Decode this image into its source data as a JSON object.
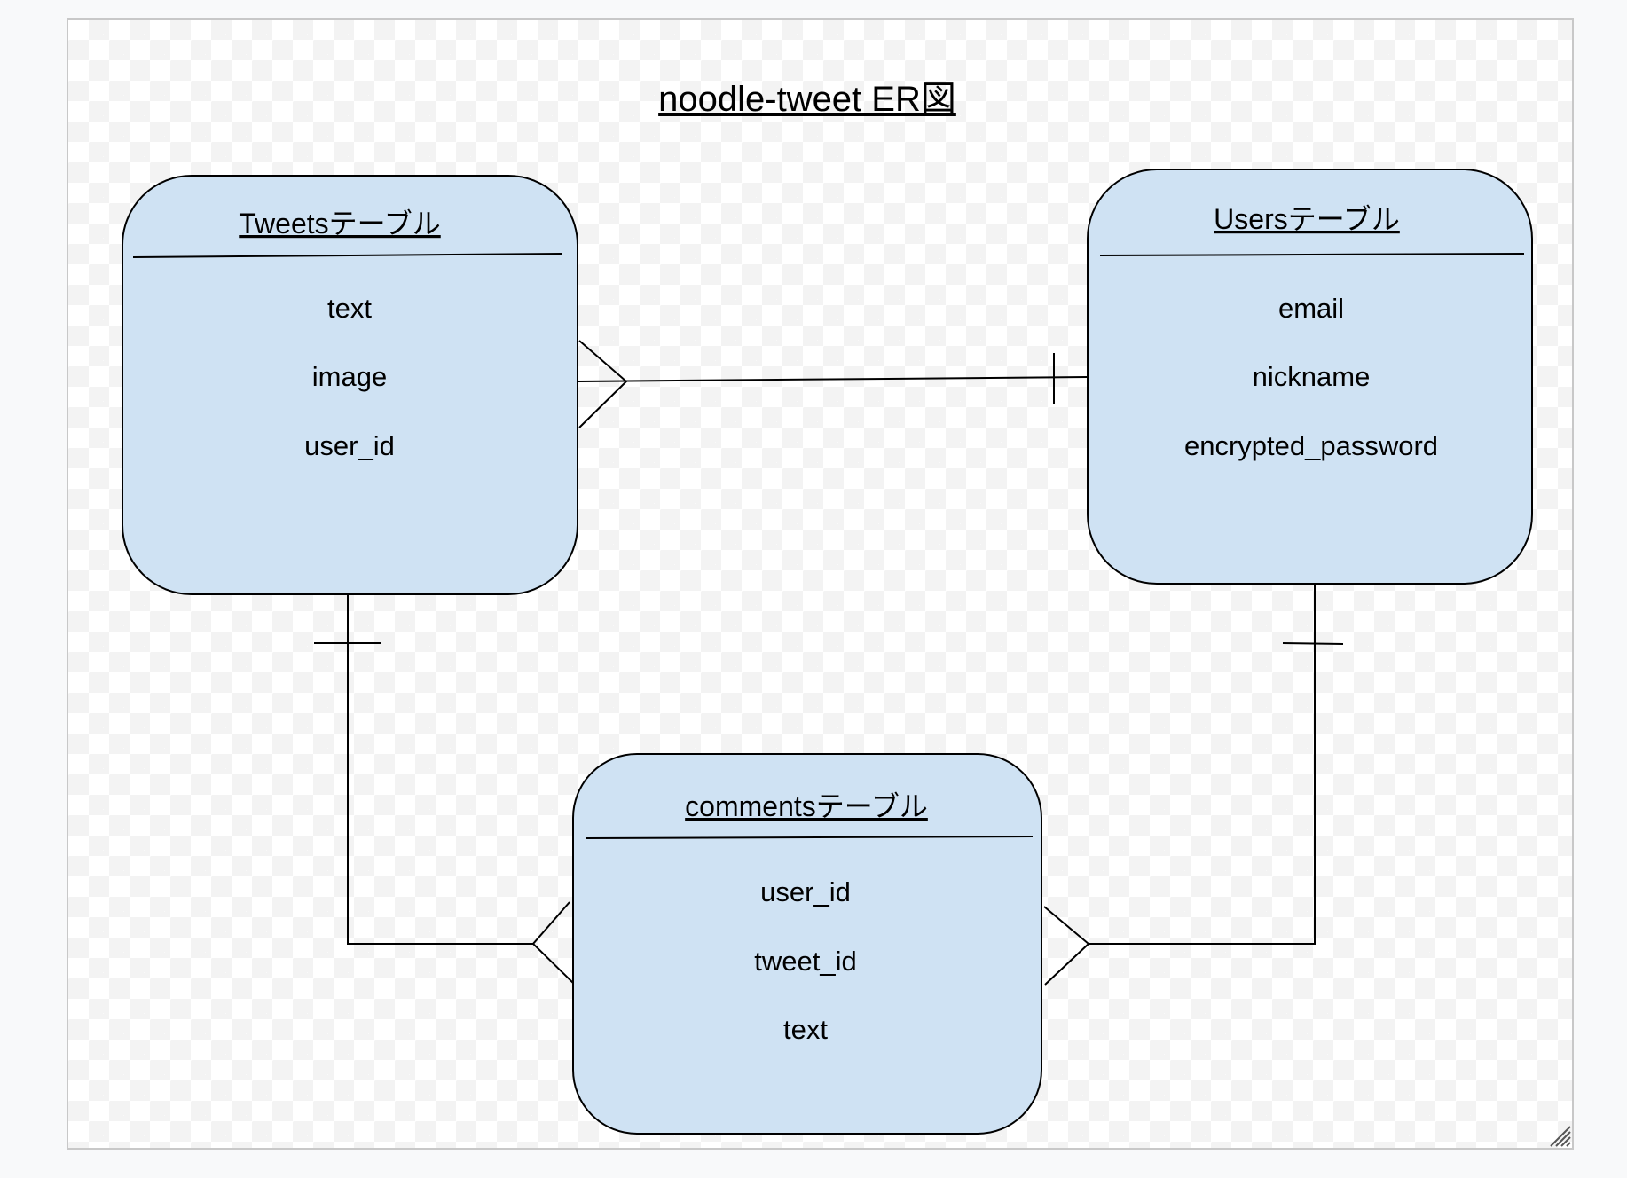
{
  "diagram": {
    "title": "noodle-tweet  ER図",
    "colors": {
      "entity_fill": "#cfe2f3",
      "stroke": "#000000",
      "background": "#f8f9fa"
    },
    "entities": {
      "tweets": {
        "title": "Tweetsテーブル",
        "fields": [
          "text",
          "image",
          "user_id"
        ]
      },
      "users": {
        "title": "Usersテーブル",
        "fields": [
          "email",
          "nickname",
          "encrypted_password"
        ]
      },
      "comments": {
        "title": "commentsテーブル",
        "fields": [
          "user_id",
          "tweet_id",
          "text"
        ]
      }
    },
    "relationships": [
      {
        "from": "users",
        "to": "tweets",
        "from_cardinality": "one",
        "to_cardinality": "many"
      },
      {
        "from": "tweets",
        "to": "comments",
        "from_cardinality": "one",
        "to_cardinality": "many"
      },
      {
        "from": "users",
        "to": "comments",
        "from_cardinality": "one",
        "to_cardinality": "many"
      }
    ]
  }
}
